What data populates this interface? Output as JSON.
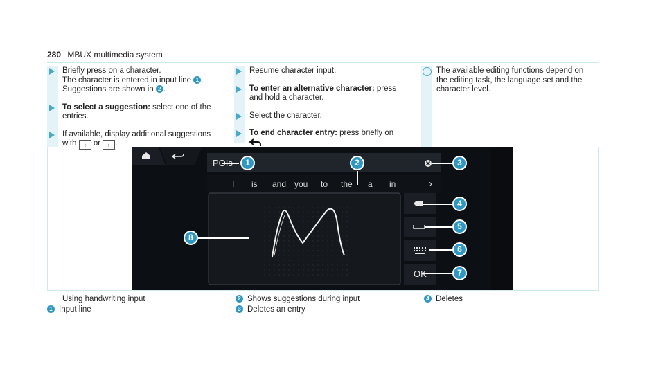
{
  "header": {
    "page_number": "280",
    "title": "MBUX multimedia system"
  },
  "col1": {
    "step1_line1": "Briefly press on a character.",
    "step1_line2a": "The character is entered in input line ",
    "step1_line2b": ".",
    "step1_line3a": "Suggestions are shown in ",
    "step1_line3b": ".",
    "step2_bold": "To select a suggestion:",
    "step2_text": " select one of the",
    "step2_line2": "entries.",
    "step3_line1": "If available, display additional suggestions",
    "step3_with": "with ",
    "step3_or": " or ",
    "step3_end": "."
  },
  "col2": {
    "step1": "Resume character input.",
    "step2_bold": "To enter an alternative character:",
    "step2_text": " press",
    "step2_line2": "and hold a character.",
    "step3": "Select the character.",
    "step4_bold": "To end character entry:",
    "step4_text": " press briefly on",
    "step4_end": "."
  },
  "col3": {
    "line1": "The available editing functions depend on",
    "line2": "the editing task, the language set and the",
    "line3": "character level."
  },
  "screen": {
    "input_text": "POIs",
    "suggestions": [
      "I",
      "is",
      "and",
      "you",
      "to",
      "the",
      "a",
      "in"
    ],
    "more_symbol": "›",
    "ok_label": "OK"
  },
  "callouts": [
    "1",
    "2",
    "3",
    "4",
    "5",
    "6",
    "7",
    "8"
  ],
  "caption": {
    "title": "Using handwriting input",
    "item1": "Input line",
    "item2": "Shows suggestions during input",
    "item3": "Deletes an entry",
    "item4": "Deletes"
  },
  "colors": {
    "accent": "#2f98c2",
    "screen_bg": "#0c0f14",
    "rule": "#c9e9f1"
  }
}
